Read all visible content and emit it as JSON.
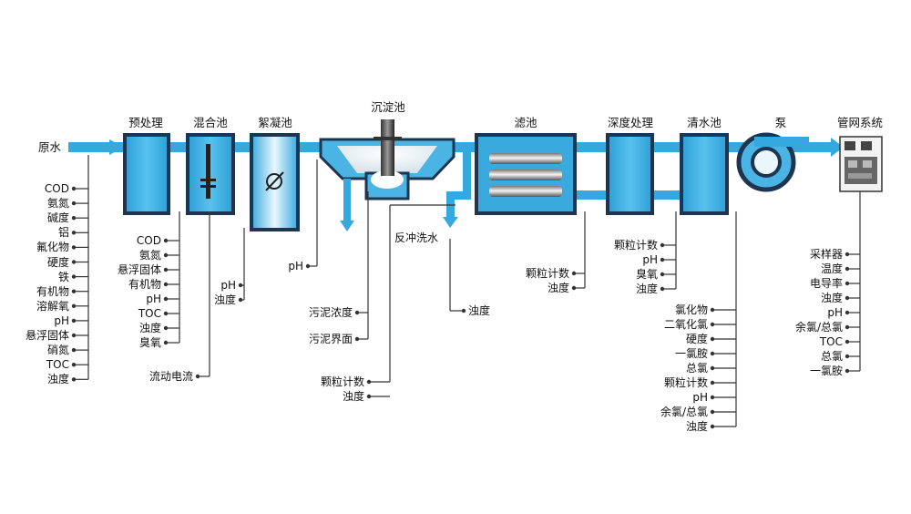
{
  "colors": {
    "pipe": "#2aa3d6",
    "pipe_dark": "#1f7fb0",
    "frame": "#1b3a5c",
    "tank": "#3fb0e0",
    "line": "#333333"
  },
  "inlet": {
    "label": "原水"
  },
  "units": [
    {
      "key": "pretreat",
      "title": "预处理"
    },
    {
      "key": "mix",
      "title": "混合池"
    },
    {
      "key": "floc",
      "title": "絮凝池"
    },
    {
      "key": "sed",
      "title": "沉淀池"
    },
    {
      "key": "filter",
      "title": "滤池"
    },
    {
      "key": "deep",
      "title": "深度处理"
    },
    {
      "key": "clear",
      "title": "清水池"
    },
    {
      "key": "pump",
      "title": "泵"
    },
    {
      "key": "network",
      "title": "管网系统"
    }
  ],
  "raw_params": [
    "COD",
    "氨氮",
    "碱度",
    "铝",
    "氟化物",
    "硬度",
    "铁",
    "有机物",
    "溶解氧",
    "pH",
    "悬浮固体",
    "硝氮",
    "TOC",
    "浊度"
  ],
  "pretreat_params": [
    "COD",
    "氨氮",
    "悬浮固体",
    "有机物",
    "pH",
    "TOC",
    "浊度",
    "臭氧"
  ],
  "mix_params": [
    "流动电流"
  ],
  "floc_params": [
    "pH",
    "浊度"
  ],
  "sed_params": [
    "pH"
  ],
  "sludge_params": [
    "污泥浓度",
    "污泥界面"
  ],
  "backwash": {
    "label": "反冲洗水",
    "params": [
      "颗粒计数",
      "浊度"
    ],
    "drain_params": [
      "浊度"
    ]
  },
  "filter_params": [
    "颗粒计数",
    "浊度"
  ],
  "deep_params": [
    "颗粒计数",
    "pH",
    "臭氧",
    "浊度"
  ],
  "clear_params": [
    "氯化物",
    "二氧化氯",
    "硬度",
    "一氯胺",
    "总氯",
    "颗粒计数",
    "pH",
    "余氯/总氯",
    "浊度"
  ],
  "network_params": [
    "采样器",
    "温度",
    "电导率",
    "浊度",
    "pH",
    "余氯/总氯",
    "TOC",
    "总氯",
    "一氯胺"
  ]
}
